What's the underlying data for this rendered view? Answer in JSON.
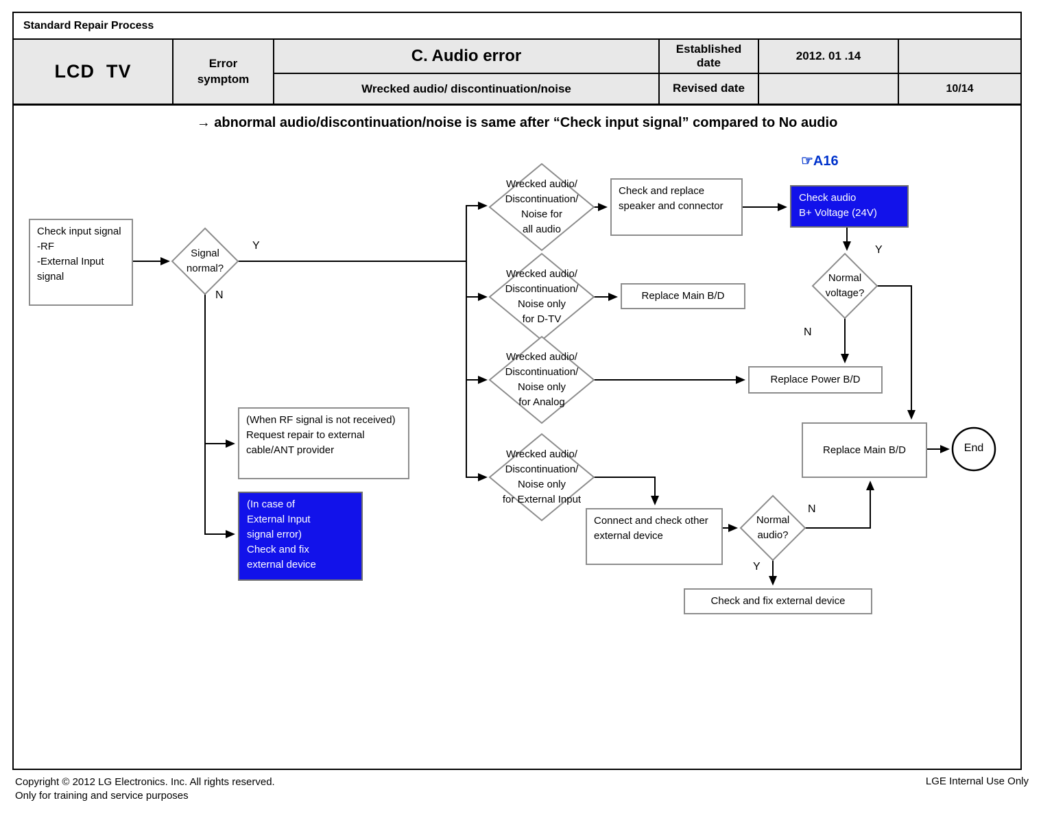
{
  "header": {
    "process_title": "Standard Repair Process",
    "product": "LCD  TV",
    "error_symptom_label": "Error symptom",
    "error_title": "C. Audio error",
    "error_subtitle": "Wrecked audio/ discontinuation/noise",
    "established_label": "Established date",
    "established_value": "2012. 01 .14",
    "revised_label": "Revised date",
    "revised_value": "",
    "page_number": "10/14"
  },
  "note_title": "→ abnormal audio/discontinuation/noise is same after “Check input signal” compared to No audio",
  "flowchart": {
    "reference": "☞A16",
    "labels": {
      "yes": "Y",
      "no": "N"
    },
    "colors": {
      "highlight_blue": "#1212ea",
      "reference_blue": "#0033cc",
      "box_border_gray": "#8c8c8c",
      "table_gray": "#e8e8e8"
    },
    "nodes": {
      "check_input": "Check input signal\n-RF\n-External Input signal",
      "signal_normal": "Signal\nnormal?",
      "rf_note": "(When RF signal is not received)\nRequest repair to external cable/ANT provider",
      "ext_input_note": "(In case of\nExternal Input\nsignal error)\nCheck and fix\nexternal device",
      "d_all_audio": "Wrecked audio/\nDiscontinuation/\nNoise for\nall audio",
      "d_dtv": "Wrecked audio/\nDiscontinuation/\nNoise only\nfor D-TV",
      "d_analog": "Wrecked audio/\nDiscontinuation/\nNoise only\nfor Analog",
      "d_ext_input": "Wrecked audio/\nDiscontinuation/\nNoise only\nfor External Input",
      "speaker": "Check and replace speaker and connector",
      "bplus": "Check audio\nB+ Voltage (24V)",
      "normal_voltage": "Normal\nvoltage?",
      "replace_main_dtv": "Replace Main B/D",
      "replace_power": "Replace Power B/D",
      "connect_check": "Connect and check other external device",
      "normal_audio": "Normal\naudio?",
      "replace_main": "Replace Main B/D",
      "check_fix_ext": "Check and fix external device",
      "end": "End"
    }
  },
  "footer": {
    "copyright_line1": "Copyright © 2012 LG Electronics. Inc. All rights reserved.",
    "copyright_line2": "Only for training and service purposes",
    "internal_use": "LGE Internal Use Only"
  }
}
